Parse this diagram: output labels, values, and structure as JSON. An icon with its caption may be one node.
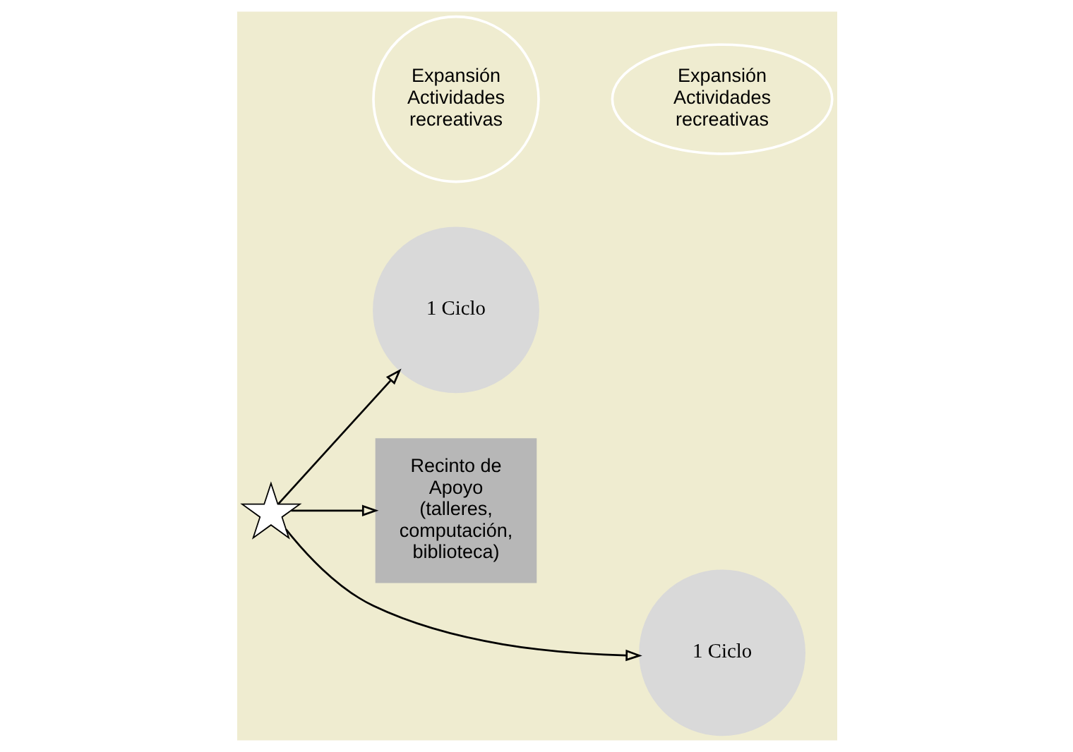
{
  "diagram": {
    "nodes": [
      {
        "text": [
          "1 Ciclo"
        ]
      },
      {
        "text": [
          "Expansión Actividades recreativas"
        ]
      },
      {
        "text": [
          "Recinto de Apoyo (talleres, computación, biblioteca)"
        ]
      },
      {
        "text": [
          "1 Ciclo"
        ]
      },
      {
        "text": [
          "Expansión Actividades recreativas"
        ]
      },
      {
        "text": [],
        "shape": "star"
      }
    ],
    "edges": [
      {
        "from": 5,
        "to": 0,
        "arrow": "to"
      },
      {
        "from": 5,
        "to": 3,
        "arrow": "to"
      },
      {
        "from": 5,
        "to": 2,
        "arrow": "to"
      }
    ]
  }
}
